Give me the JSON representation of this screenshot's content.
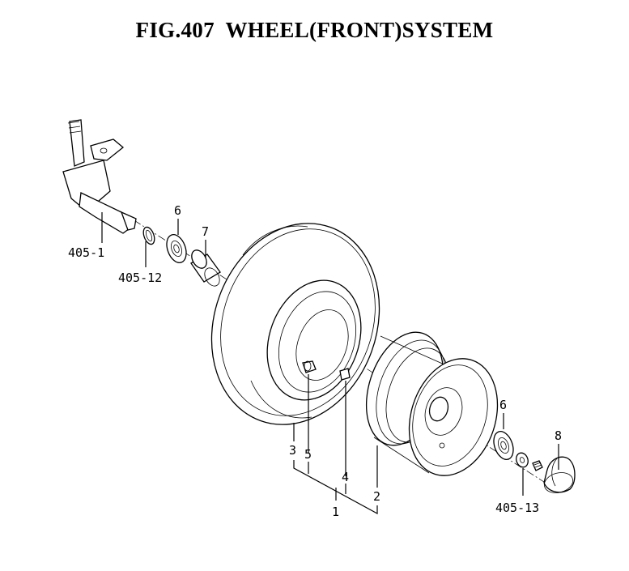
{
  "title": "FIG.407  WHEEL(FRONT)SYSTEM",
  "labels": {
    "p405_1": "405-1",
    "p405_12": "405-12",
    "p6a": "6",
    "p7": "7",
    "p3": "3",
    "p5": "5",
    "p4": "4",
    "p2": "2",
    "p1": "1",
    "p6b": "6",
    "p8": "8",
    "p405_13": "405-13"
  }
}
